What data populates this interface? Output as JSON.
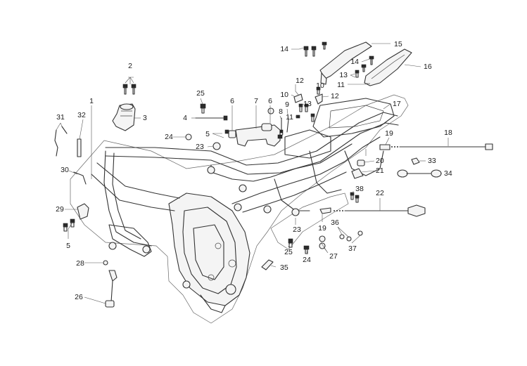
{
  "diagram": {
    "labels": [
      "1",
      "2",
      "3",
      "5",
      "6",
      "7",
      "8",
      "9",
      "10",
      "11",
      "12",
      "13",
      "14",
      "15",
      "16",
      "17",
      "18",
      "19",
      "20",
      "21",
      "22",
      "23",
      "24",
      "25",
      "26",
      "27",
      "28",
      "29",
      "30",
      "31",
      "32",
      "33",
      "34",
      "35",
      "36",
      "37",
      "38"
    ]
  }
}
